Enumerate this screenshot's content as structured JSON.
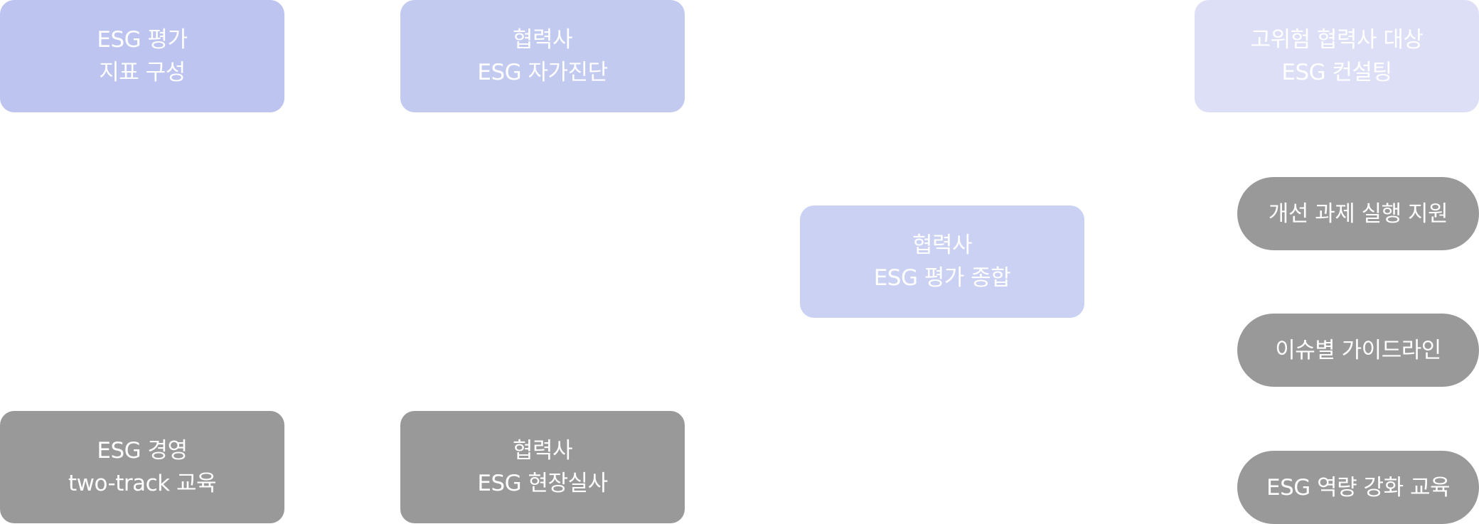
{
  "diagram": {
    "colors": {
      "stage_1": "#BCC4EF",
      "stage_2": "#C3CAF0",
      "stage_3": "#CBD1F2",
      "stage_4": "#DCDFF5",
      "support": "#999999",
      "text": "#FFFFFF"
    },
    "nodes": {
      "indicator": {
        "lines": [
          "ESG 평가",
          "지표 구성"
        ]
      },
      "self_diagnosis": {
        "lines": [
          "협력사",
          "ESG 자가진단"
        ]
      },
      "consulting": {
        "lines": [
          "고위험 협력사 대상",
          "ESG 컨설팅"
        ]
      },
      "summary": {
        "lines": [
          "협력사",
          "ESG 평가 종합"
        ]
      },
      "education": {
        "lines": [
          "ESG 경영",
          "two-track 교육"
        ]
      },
      "audit": {
        "lines": [
          "협력사",
          "ESG 현장실사"
        ]
      }
    },
    "support_items": [
      {
        "label": "개선 과제 실행 지원"
      },
      {
        "label": "이슈별 가이드라인"
      },
      {
        "label": "ESG 역량 강화 교육"
      }
    ]
  }
}
